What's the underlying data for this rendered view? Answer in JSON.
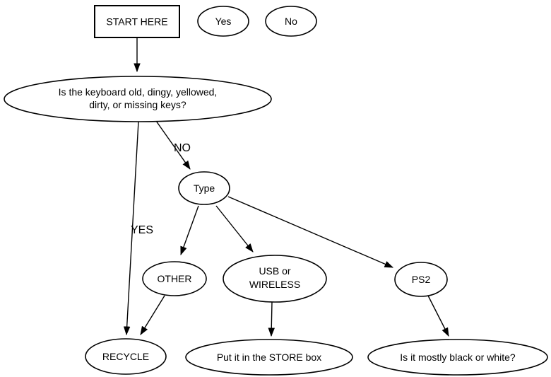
{
  "diagram": {
    "title": "keyboard-triage-flowchart",
    "colors": {
      "background": "#ffffff",
      "line": "#000000",
      "text": "#000000",
      "node_fill": "#ffffff"
    },
    "nodes": {
      "start": {
        "label": "START HERE"
      },
      "legend_yes": {
        "label": "Yes"
      },
      "legend_no": {
        "label": "No"
      },
      "question": {
        "line1": "Is the keyboard old, dingy, yellowed,",
        "line2": "dirty, or missing keys?"
      },
      "type": {
        "label": "Type"
      },
      "other": {
        "label": "OTHER"
      },
      "usb_wireless": {
        "line1": "USB or",
        "line2": "WIRELESS"
      },
      "ps2": {
        "label": "PS2"
      },
      "recycle": {
        "label": "RECYCLE"
      },
      "store": {
        "label": "Put it in the STORE box"
      },
      "black_or_white": {
        "label": "Is it mostly black or white?"
      }
    },
    "edge_labels": {
      "no": "NO",
      "yes": "YES"
    }
  }
}
